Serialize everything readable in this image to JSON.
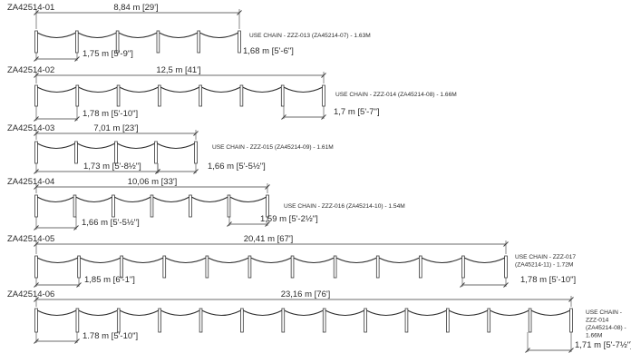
{
  "diagram": {
    "title": "",
    "rows": [
      {
        "code": "ZA42514-01",
        "total_length": "8,84 m [29']",
        "posts": 6,
        "spacing_label": "1,75 m [5'-9\"]",
        "end_spacing_label": "1,68 m [5'-6\"]",
        "note_lines": [
          "USE CHAIN - ZZZ-013 (ZA45214-07) - 1.63M"
        ]
      },
      {
        "code": "ZA42514-02",
        "total_length": "12,5 m [41']",
        "posts": 8,
        "spacing_label": "1,78 m [5'-10\"]",
        "end_spacing_label": "1,7 m [5'-7\"]",
        "note_lines": [
          "USE CHAIN - ZZZ-014 (ZA45214-08) - 1.66M"
        ]
      },
      {
        "code": "ZA42514-03",
        "total_length": "7,01 m [23']",
        "posts": 5,
        "spacing_label": "1,73 m [5'-8½\"]",
        "end_spacing_label": "1,66 m [5'-5½\"]",
        "note_lines": [
          "USE CHAIN - ZZZ-015 (ZA45214-09) - 1.61M"
        ]
      },
      {
        "code": "ZA42514-04",
        "total_length": "10,06 m [33']",
        "posts": 7,
        "spacing_label": "1,66 m [5'-5½\"]",
        "end_spacing_label": "1,59 m [5'-2½\"]",
        "note_lines": [
          "USE CHAIN - ZZZ-016 (ZA45214-10) - 1.54M"
        ]
      },
      {
        "code": "ZA42514-05",
        "total_length": "20,41 m [67']",
        "posts": 12,
        "spacing_label": "1,85 m [6'-1\"]",
        "end_spacing_label": "1,78 m [5'-10\"]",
        "note_lines": [
          "USE CHAIN - ZZZ-017",
          "(ZA45214-11) - 1.72M"
        ]
      },
      {
        "code": "ZA42514-06",
        "total_length": "23,16 m [76']",
        "posts": 14,
        "spacing_label": "1.78 m [5'-10\"]",
        "end_spacing_label": "1,71 m [5'-7½\"]",
        "note_lines": [
          "USE CHAIN -",
          "ZZZ-014",
          "(ZA45214-08) -",
          "1.66M"
        ]
      }
    ]
  }
}
